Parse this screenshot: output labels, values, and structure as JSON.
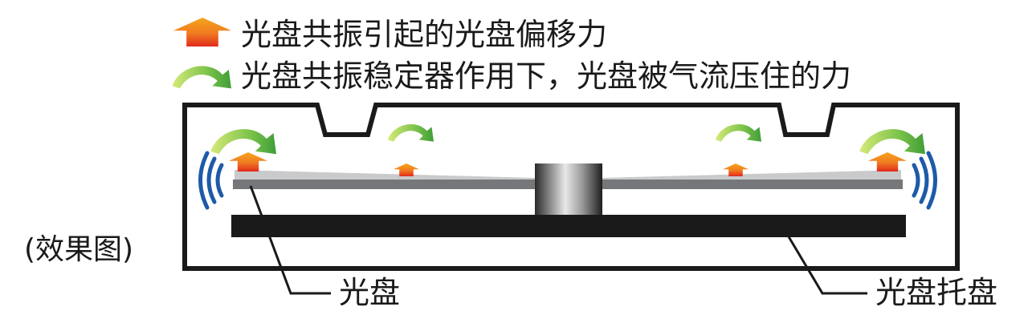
{
  "legend": {
    "items": [
      {
        "icon": "orange-up-arrow-icon",
        "text": "光盘共振引起的光盘偏移力"
      },
      {
        "icon": "green-curved-arrow-icon",
        "text": "光盘共振稳定器作用下，光盘被气流压住的力"
      }
    ]
  },
  "caption": "(效果图)",
  "callouts": {
    "disc": "光盘",
    "tray": "光盘托盘"
  },
  "colors": {
    "outline": "#1a1a1a",
    "disc": "#76777a",
    "disc_wedge": "#c9cacc",
    "tray": "#1a1a1a",
    "wave": "#1e5aa8",
    "orange_top": "#f39a1c",
    "orange_bottom": "#e0261e",
    "green_light": "#c8e06a",
    "green_dark": "#4aa83a"
  }
}
